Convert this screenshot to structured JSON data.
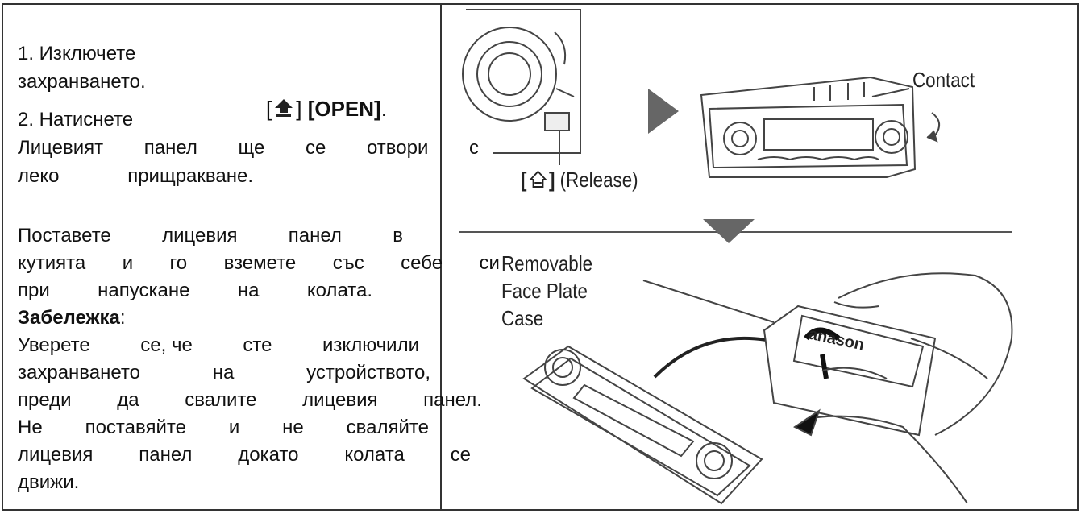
{
  "left": {
    "step1_line1": "1. Изключете",
    "step1_line2": "захранването.",
    "step2_text": "2. Натиснете",
    "step2_key": "[OPEN]",
    "step2_dot": ".",
    "step2_cont1": [
      "Лицевият",
      "панел",
      "ще",
      "се",
      "отвори",
      "с"
    ],
    "step2_cont2": [
      "леко",
      "прищракване."
    ],
    "para_line1": [
      "Поставете",
      "лицевия",
      "панел",
      "в"
    ],
    "para_line2": [
      "кутията",
      "и",
      "го",
      "вземете",
      "със",
      "себе",
      "си"
    ],
    "para_line3": [
      "при",
      "напускане",
      "на",
      "колата."
    ],
    "note_label": "Забележка",
    "note_colon": ":",
    "note_line1": [
      "Уверете",
      "се, че",
      "сте",
      "изключили"
    ],
    "note_line2": [
      "захранването",
      "на",
      "устройството,"
    ],
    "note_line3": [
      "преди",
      "да",
      "свалите",
      "лицевия",
      "панел."
    ],
    "note_line4": [
      "Не",
      "поставяйте",
      "и",
      "не",
      "сваляйте"
    ],
    "note_line5": [
      "лицевия",
      "панел",
      "докато",
      "колата",
      "се"
    ],
    "note_line6": "движи."
  },
  "figure": {
    "contact_label": "Contact",
    "release_label": "(Release)",
    "case_label_1": "Removable",
    "case_label_2": "Face Plate",
    "case_label_3": "Case",
    "brand_text": "anason"
  }
}
